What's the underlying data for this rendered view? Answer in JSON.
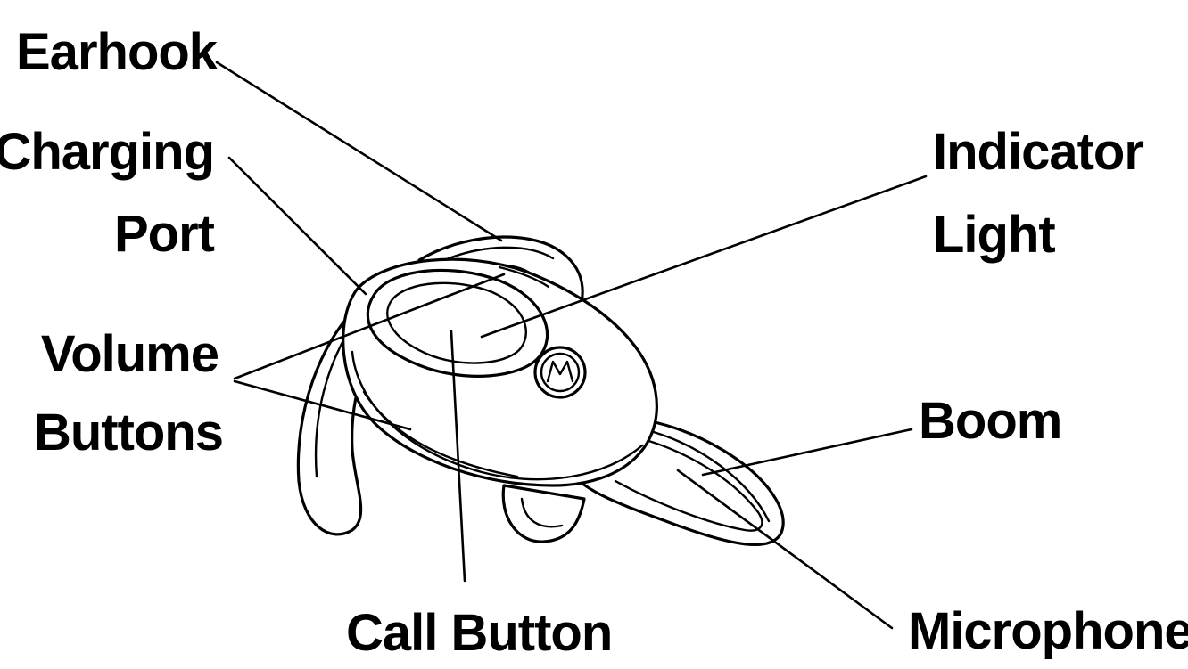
{
  "labels": {
    "earhook": "Earhook",
    "charging_port_line1": "Charging",
    "charging_port_line2": "Port",
    "volume_buttons_line1": "Volume",
    "volume_buttons_line2": "Buttons",
    "indicator_light_line1": "Indicator",
    "indicator_light_line2": "Light",
    "boom": "Boom",
    "call_button": "Call Button",
    "microphone": "Microphone"
  },
  "colors": {
    "ink": "#000000",
    "background": "#ffffff"
  }
}
